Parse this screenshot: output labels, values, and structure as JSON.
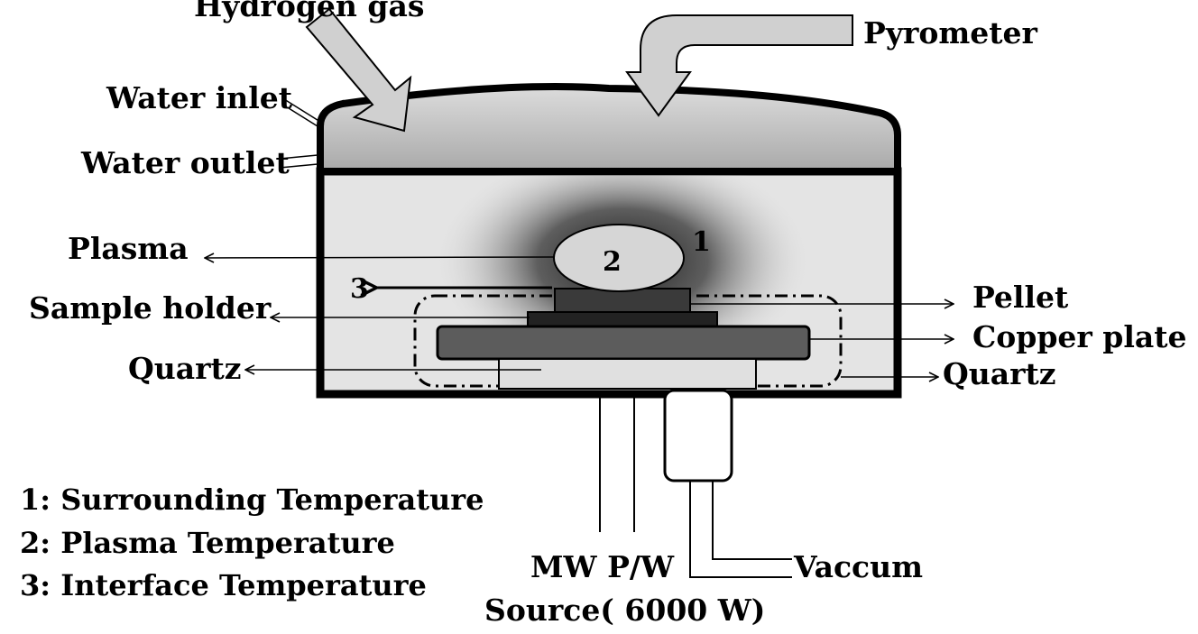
{
  "labels": {
    "hydrogen_gas": "Hydrogen gas",
    "pyrometer": "Pyrometer",
    "water_inlet": "Water inlet",
    "water_outlet": "Water outlet",
    "plasma": "Plasma",
    "sample_holder": "Sample holder",
    "quartz_left": "Quartz",
    "pellet": "Pellet",
    "copper_plate": "Copper plate",
    "quartz_right": "Quartz",
    "mw_pw": "MW P/W",
    "source": "Source( 6000 W)",
    "vaccum": "Vaccum"
  },
  "markers": {
    "one": "1",
    "two": "2",
    "three": "3"
  },
  "legend": [
    "1: Surrounding Temperature",
    "2: Plasma Temperature",
    "3: Interface Temperature"
  ],
  "colors": {
    "outline": "#000000",
    "lid_fill": "#b8b8b8",
    "chamber_fill": "#e4e4e4",
    "plasma_glow": "#3a3a3a",
    "plasma_ellipse": "#d6d6d6",
    "copper_plate": "#5a5a5a",
    "holder": "#333333",
    "arrow_fill": "#d0d0d0"
  }
}
